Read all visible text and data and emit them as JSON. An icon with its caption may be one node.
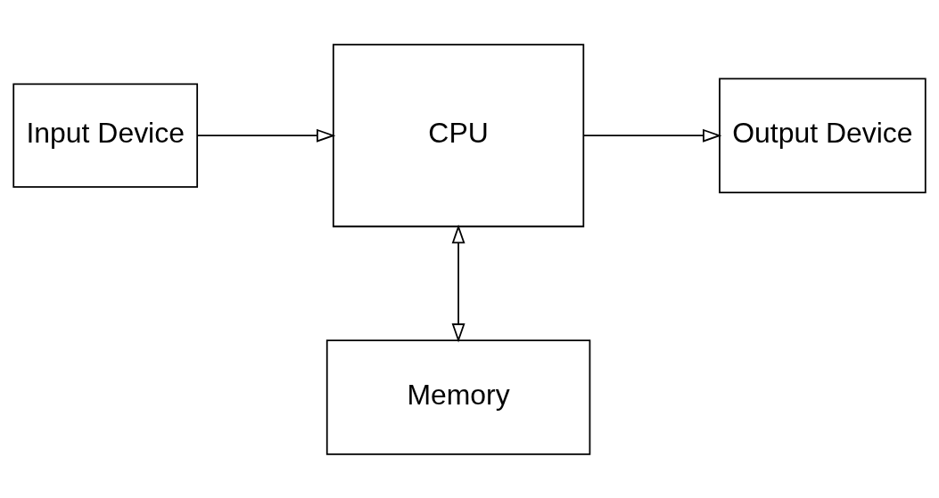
{
  "diagram": {
    "nodes": [
      {
        "text": [
          "Input Device"
        ]
      },
      {
        "text": [
          "CPU"
        ]
      },
      {
        "text": [
          "Output Device"
        ]
      },
      {
        "text": [
          "Memory"
        ]
      }
    ],
    "edges": [
      {
        "from": 0,
        "to": 1,
        "arrow": "to"
      },
      {
        "from": 1,
        "to": 2,
        "arrow": "to"
      },
      {
        "from": 1,
        "to": 3,
        "arrow": "both"
      }
    ]
  }
}
